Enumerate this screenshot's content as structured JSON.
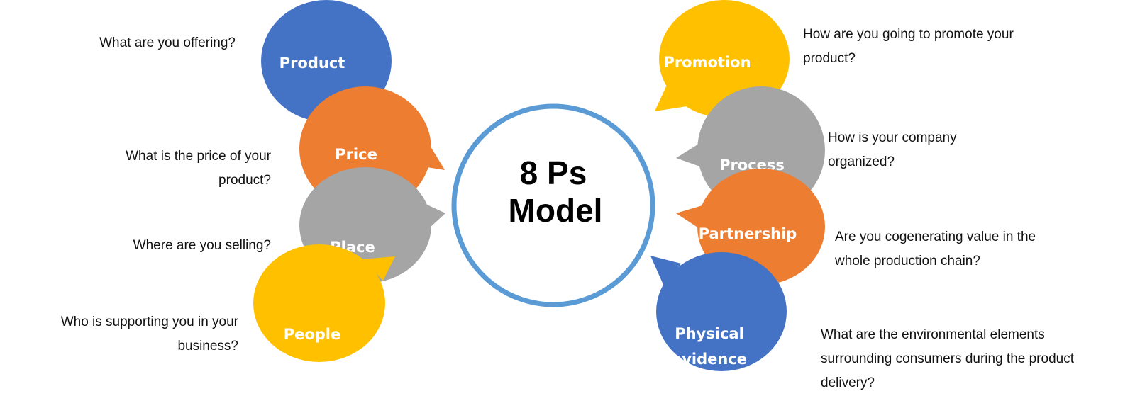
{
  "title": {
    "line1": "8 Ps",
    "line2": "Model"
  },
  "colors": {
    "blue": "#4472c4",
    "orange": "#ed7d31",
    "gray": "#a5a5a5",
    "yellow": "#ffc000",
    "ring": "#5b9bd5"
  },
  "left": [
    {
      "label": "Product",
      "question": "What are you offering?"
    },
    {
      "label": "Price",
      "question": "What is the price of your product?"
    },
    {
      "label": "Place",
      "question": "Where are you selling?"
    },
    {
      "label": "People",
      "question": "Who is supporting you in your business?"
    }
  ],
  "right": [
    {
      "label": "Promotion",
      "question": "How are you going to promote your product?"
    },
    {
      "label": "Process",
      "question": "How is your company organized?"
    },
    {
      "label": "Partnership",
      "question": "Are you cogenerating value in the whole production chain?"
    },
    {
      "label": "Physical",
      "label2": "evidence",
      "question": "What are the environmental elements surrounding consumers during the product delivery?"
    }
  ]
}
